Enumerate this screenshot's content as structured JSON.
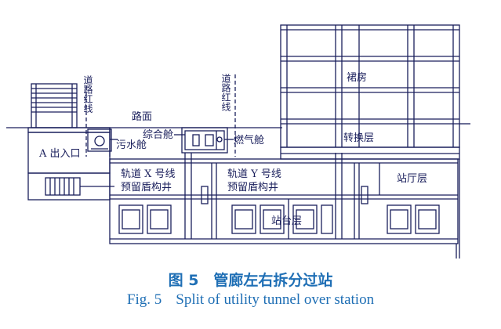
{
  "labels": {
    "road_red_line_left": "道路红线",
    "road_red_line_right": "道路红线",
    "road_surface": "路面",
    "exit_a": "A 出入口",
    "sewage_cabin": "污水舱",
    "integrated_cabin": "综合舱",
    "gas_cabin": "燃气舱",
    "annex_building": "裙房",
    "transfer_floor": "转换层",
    "shaft_x": "轨道 X 号线",
    "shaft_x_2": "预留盾构井",
    "shaft_y": "轨道 Y 号线",
    "shaft_y_2": "预留盾构井",
    "concourse": "站厅层",
    "platform": "站台层"
  },
  "caption": {
    "zh": "图 5　管廊左右拆分过站",
    "en_num": "Fig. 5",
    "en_text": "Split of utility tunnel over station"
  },
  "colors": {
    "line": "#1a1f5c",
    "caption": "#1f6fb5"
  }
}
